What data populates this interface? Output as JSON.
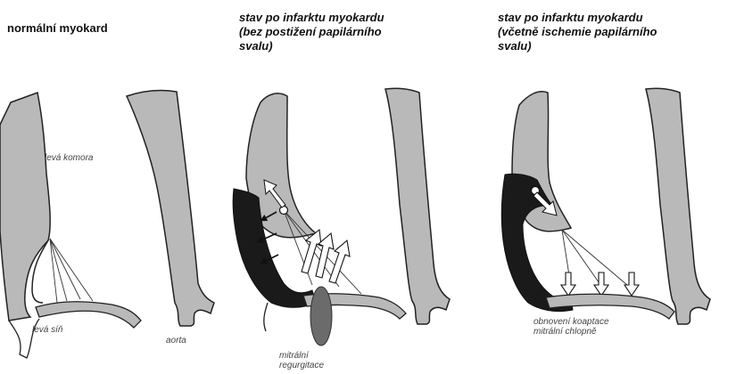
{
  "headings": {
    "panel1": "normální myokard",
    "panel2": "stav po infarktu myokardu\n(bez postižení papilárního\nsvalu)",
    "panel3": "stav po infarktu myokardu\n(včetně ischemie papilárního\nsvalu)"
  },
  "labels": {
    "left_ventricle": "levá komora",
    "left_atrium": "levá síň",
    "aorta": "aorta",
    "mitral_regurgitation": "mitrální\nregurgitace",
    "coaptation_restored": "obnovení koaptace\nmitrální chlopně"
  },
  "colors": {
    "myocardium": "#b9b9b9",
    "infarct": "#1a1a1a",
    "regurgitation_jet": "#6b6b6b",
    "outline": "#222222"
  }
}
